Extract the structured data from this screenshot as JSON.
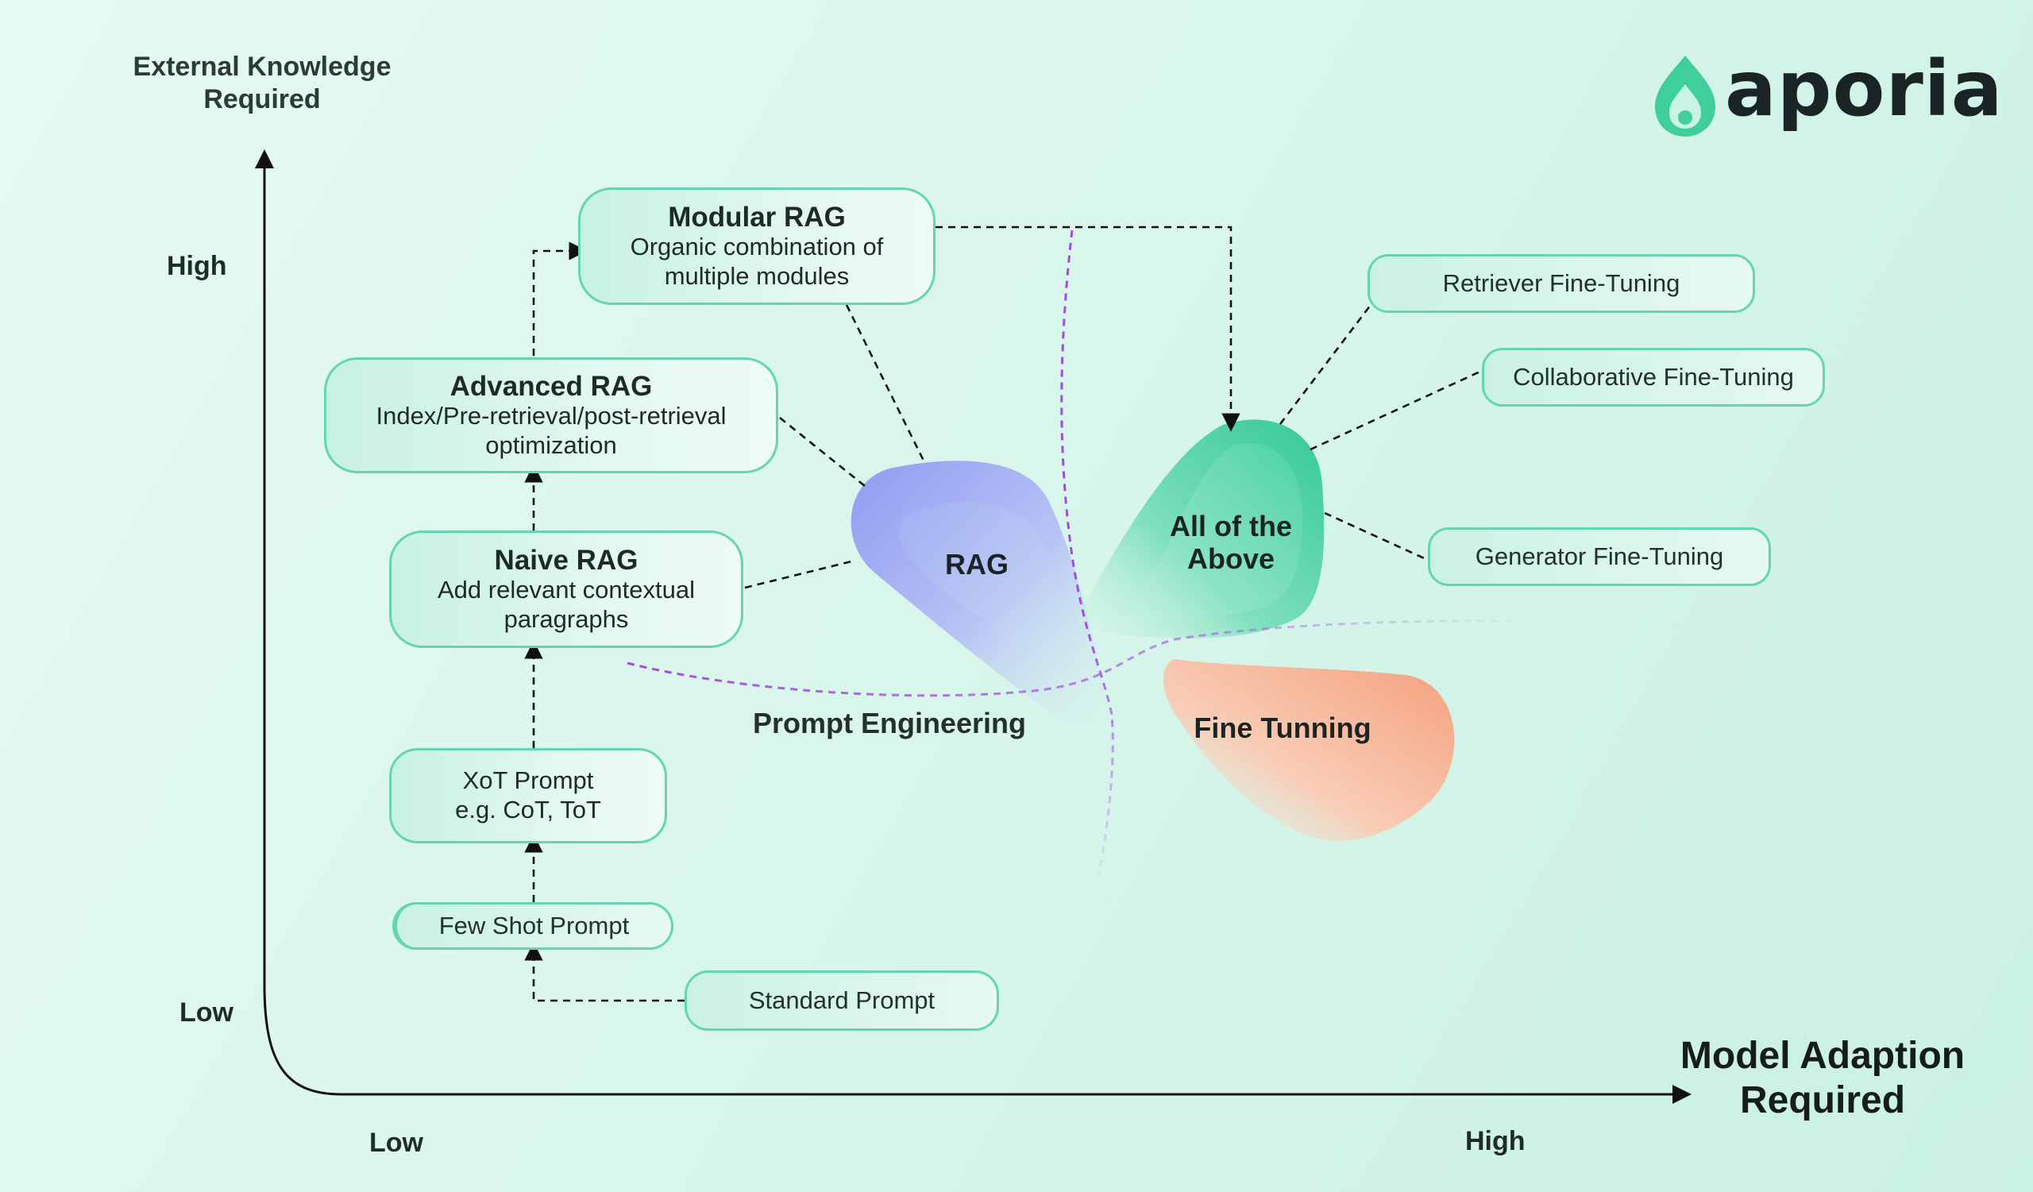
{
  "brand": {
    "name": "aporia",
    "color": "#3ecf9a"
  },
  "axes": {
    "y_title": "External Knowledge Required",
    "y_high": "High",
    "y_low": "Low",
    "x_title": "Model Adaption Required",
    "x_low": "Low",
    "x_high": "High"
  },
  "nodes": {
    "modular_rag": {
      "title": "Modular RAG",
      "desc": "Organic combination of multiple modules"
    },
    "advanced_rag": {
      "title": "Advanced RAG",
      "desc": "Index/Pre-retrieval/post-retrieval optimization"
    },
    "naive_rag": {
      "title": "Naive RAG",
      "desc": "Add relevant contextual paragraphs"
    },
    "xot_prompt": {
      "title": "XoT Prompt",
      "desc": "e.g. CoT, ToT"
    },
    "few_shot": {
      "label": "Few Shot Prompt"
    },
    "standard": {
      "label": "Standard Prompt"
    },
    "retriever_ft": {
      "label": "Retriever Fine-Tuning"
    },
    "collab_ft": {
      "label": "Collaborative Fine-Tuning"
    },
    "generator_ft": {
      "label": "Generator Fine-Tuning"
    }
  },
  "regions": {
    "rag": "RAG",
    "all_above": "All of the Above",
    "prompt_eng": "Prompt Engineering",
    "fine_tuning": "Fine Tunning"
  },
  "colors": {
    "node_border": "#63d6b1",
    "divider": "#a24be0",
    "rag_blob": "#8e9cf0",
    "all_blob": "#3ccf9c",
    "ft_blob": "#f4a27e"
  }
}
